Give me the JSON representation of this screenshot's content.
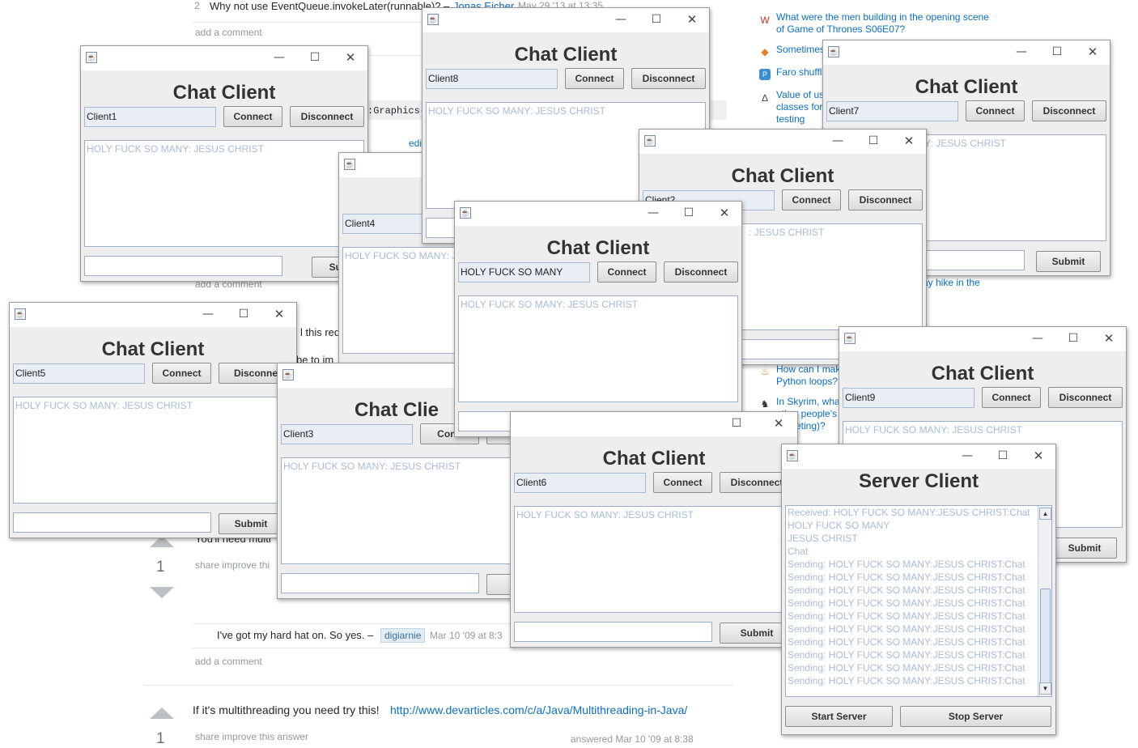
{
  "background": {
    "comment_top": {
      "num": "2",
      "text": "Why not use EventQueue.invokeLater(runnable)? –",
      "user": "Jonas Eicher",
      "date": "May 29 '13 at 13:35"
    },
    "add_comment": "add a comment",
    "code_fragment": ":Graphics(",
    "edit_fragment": "edi",
    "answer_frag_1": "l this req",
    "answer_frag_2": "be to im",
    "answer_frag_3": "You'll need multi",
    "vote_count_1": "1",
    "share_links_1": "share  improve thi",
    "comment2_text": "I've got my hard hat on. So yes. –",
    "comment2_user": "digiarnie",
    "comment2_date": "Mar 10 '09 at 8:3",
    "answer2_text": "If it's multithreading you need try this!",
    "answer2_link": "http://www.devarticles.com/c/a/Java/Multithreading-in-Java/",
    "vote_count_2": "1",
    "share_links_2": "share  improve this answer",
    "answered": "answered Mar 10 '09 at 8:38",
    "sidebar": [
      {
        "icon": "W",
        "text1": "What were the men building in the opening scene",
        "text2": "of Game of Thrones S06E07?"
      },
      {
        "icon": "◆",
        "text1": "Sometimes"
      },
      {
        "icon": "P",
        "text1": "Faro shuffl"
      },
      {
        "icon": "∆",
        "text1": "Value of us",
        "text2": "classes for",
        "text3": "testing"
      },
      {
        "icon": "",
        "text1": "ay hike in the"
      },
      {
        "icon": "♨",
        "text1": "How can I mak",
        "text2": "Python loops?"
      },
      {
        "icon": "♞",
        "text1": "In Skyrim, wha",
        "text2": "other people's",
        "text3": "eting)?"
      }
    ]
  },
  "chat_message": "HOLY FUCK SO MANY: JESUS CHRIST",
  "chat_title": "Chat Client",
  "buttons": {
    "connect": "Connect",
    "disconnect": "Disconnect",
    "submit": "Submit"
  },
  "clients": {
    "client1": "Client1",
    "client2": "Client2",
    "client3": "Client3",
    "client4": "Client4",
    "client5": "Client5",
    "client6": "Client6",
    "client7": "Client7",
    "client8": "Client8",
    "client9": "Client9",
    "center": "HOLY FUCK SO MANY"
  },
  "frag": {
    "connect_partial": "Conn",
    "disconnect_partial": "Disconne",
    "submit_partial": "Submi",
    "chat_partial": "Chat Clie",
    "msg_tail": ": JESUS CHRIST",
    "msg_partial": "HOLY FUCK SO MANY: J"
  },
  "server": {
    "title": "Server Client",
    "log": [
      "Received: HOLY FUCK SO MANY:JESUS CHRIST:Chat",
      "HOLY FUCK SO MANY",
      "JESUS CHRIST",
      "Chat",
      "Sending: HOLY FUCK SO MANY:JESUS CHRIST:Chat",
      "Sending: HOLY FUCK SO MANY:JESUS CHRIST:Chat",
      "Sending: HOLY FUCK SO MANY:JESUS CHRIST:Chat",
      "Sending: HOLY FUCK SO MANY:JESUS CHRIST:Chat",
      "Sending: HOLY FUCK SO MANY:JESUS CHRIST:Chat",
      "Sending: HOLY FUCK SO MANY:JESUS CHRIST:Chat",
      "Sending: HOLY FUCK SO MANY:JESUS CHRIST:Chat",
      "Sending: HOLY FUCK SO MANY:JESUS CHRIST:Chat",
      "Sending: HOLY FUCK SO MANY:JESUS CHRIST:Chat",
      "Sending: HOLY FUCK SO MANY:JESUS CHRIST:Chat"
    ],
    "start": "Start Server",
    "stop": "Stop Server"
  },
  "titlebar_icons": {
    "minimize": "minimize-icon",
    "maximize": "maximize-icon",
    "close": "close-icon",
    "app": "java-cup-icon"
  }
}
